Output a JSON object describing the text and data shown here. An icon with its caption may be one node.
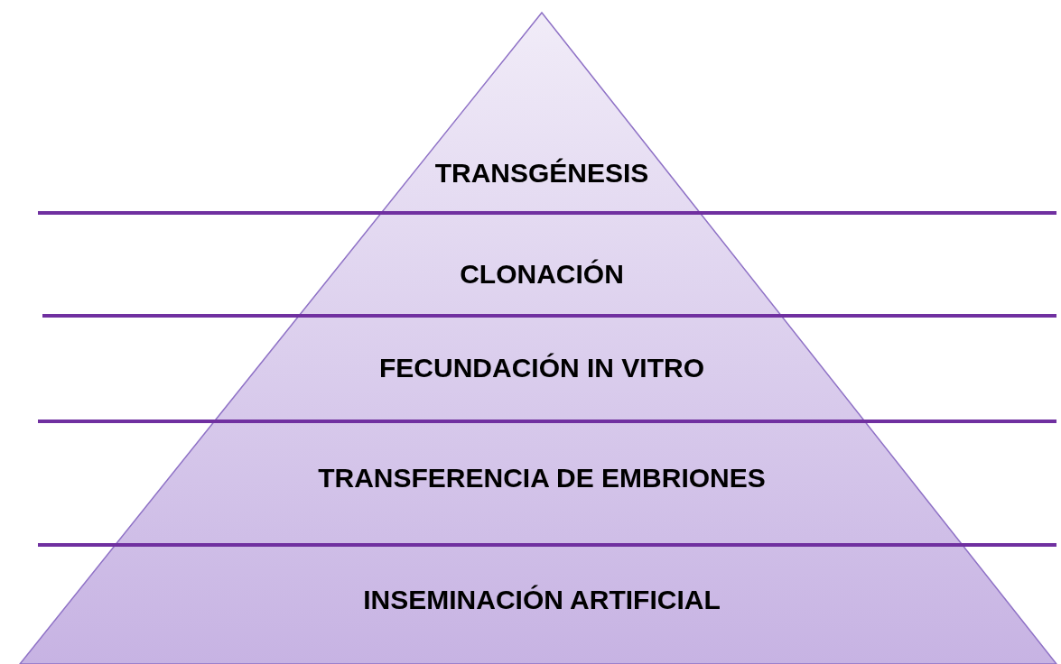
{
  "diagram": {
    "nodes": [
      {
        "text": [
          "TRANSGÉNESIS"
        ]
      },
      {
        "text": [
          "CLONACIÓN"
        ]
      },
      {
        "text": [
          "FECUNDACIÓN IN VITRO"
        ]
      },
      {
        "text": [
          "TRANSFERENCIA DE EMBRIONES"
        ]
      },
      {
        "text": [
          "INSEMINACIÓN ARTIFICIAL"
        ]
      }
    ]
  }
}
